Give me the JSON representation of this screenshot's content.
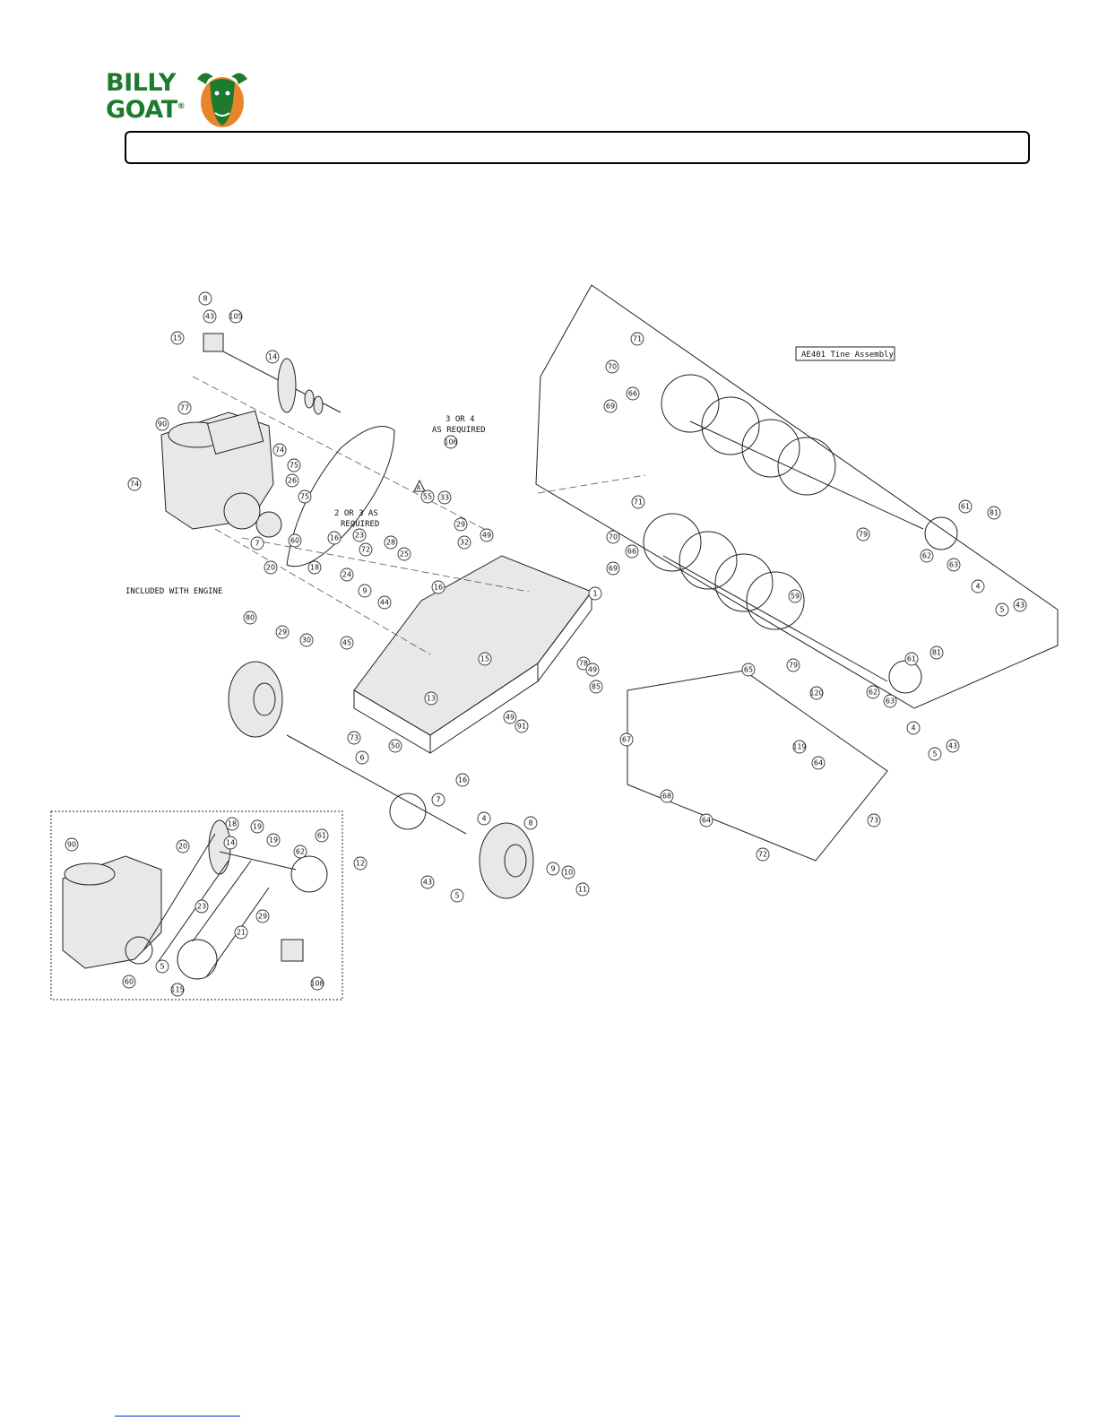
{
  "brand": {
    "line1": "BILLY",
    "line2": "GOAT",
    "registered": "®",
    "colors": {
      "green": "#1d7a2e",
      "orange": "#e8852a"
    }
  },
  "title_bar": {
    "text": ""
  },
  "notes": {
    "three_or_four_a": "3 OR 4",
    "three_or_four_b": "AS REQUIRED",
    "two_or_three_a": "2 OR 3 AS",
    "two_or_three_b": "REQUIRED",
    "included_with_engine": "INCLUDED WITH ENGINE",
    "tine_assembly": "AE401 Tine Assembly",
    "warning": "A"
  },
  "callouts": {
    "c1": "8",
    "c2": "43",
    "c3": "105",
    "c4": "15",
    "c5": "14",
    "c6": "77",
    "c7": "90",
    "c8": "74",
    "c9": "75",
    "c10": "26",
    "c11": "75",
    "c12": "74",
    "c13": "7",
    "c14": "60",
    "c15": "20",
    "c16": "16",
    "c17": "23",
    "c18": "72",
    "c19": "28",
    "c20": "25",
    "c21": "33",
    "c22": "29",
    "c23": "32",
    "c24": "49",
    "c25": "106",
    "c26": "55",
    "c27": "18",
    "c28": "24",
    "c29": "9",
    "c30": "44",
    "c31": "16",
    "c32": "80",
    "c33": "29",
    "c34": "30",
    "c35": "45",
    "c36": "1",
    "c37": "15",
    "c38": "78",
    "c39": "49",
    "c40": "85",
    "c41": "13",
    "c42": "73",
    "c43": "50",
    "c44": "49",
    "c45": "91",
    "c46": "6",
    "c47": "16",
    "c48": "7",
    "c49": "4",
    "c50": "8",
    "c51": "12",
    "c52": "43",
    "c53": "5",
    "c54": "9",
    "c55": "10",
    "c56": "11",
    "c57": "71",
    "c58": "70",
    "c59": "69",
    "c60": "66",
    "c61": "79",
    "c62": "61",
    "c63": "81",
    "c64": "62",
    "c65": "63",
    "c66": "4",
    "c67": "5",
    "c68": "43",
    "c69": "71",
    "c70": "70",
    "c71": "69",
    "c72": "66",
    "c73": "59",
    "c74": "79",
    "c75": "61",
    "c76": "81",
    "c77": "62",
    "c78": "63",
    "c79": "4",
    "c80": "5",
    "c81": "43",
    "c82": "65",
    "c83": "120",
    "c84": "67",
    "c85": "119",
    "c86": "64",
    "c87": "68",
    "c88": "64",
    "c89": "72",
    "c90": "73",
    "c91": "90",
    "c92": "18",
    "c93": "19",
    "c94": "14",
    "c95": "19",
    "c96": "62",
    "c97": "61",
    "c98": "20",
    "c99": "23",
    "c100": "29",
    "c101": "21",
    "c102": "5",
    "c103": "60",
    "c104": "115",
    "c105": "108"
  }
}
